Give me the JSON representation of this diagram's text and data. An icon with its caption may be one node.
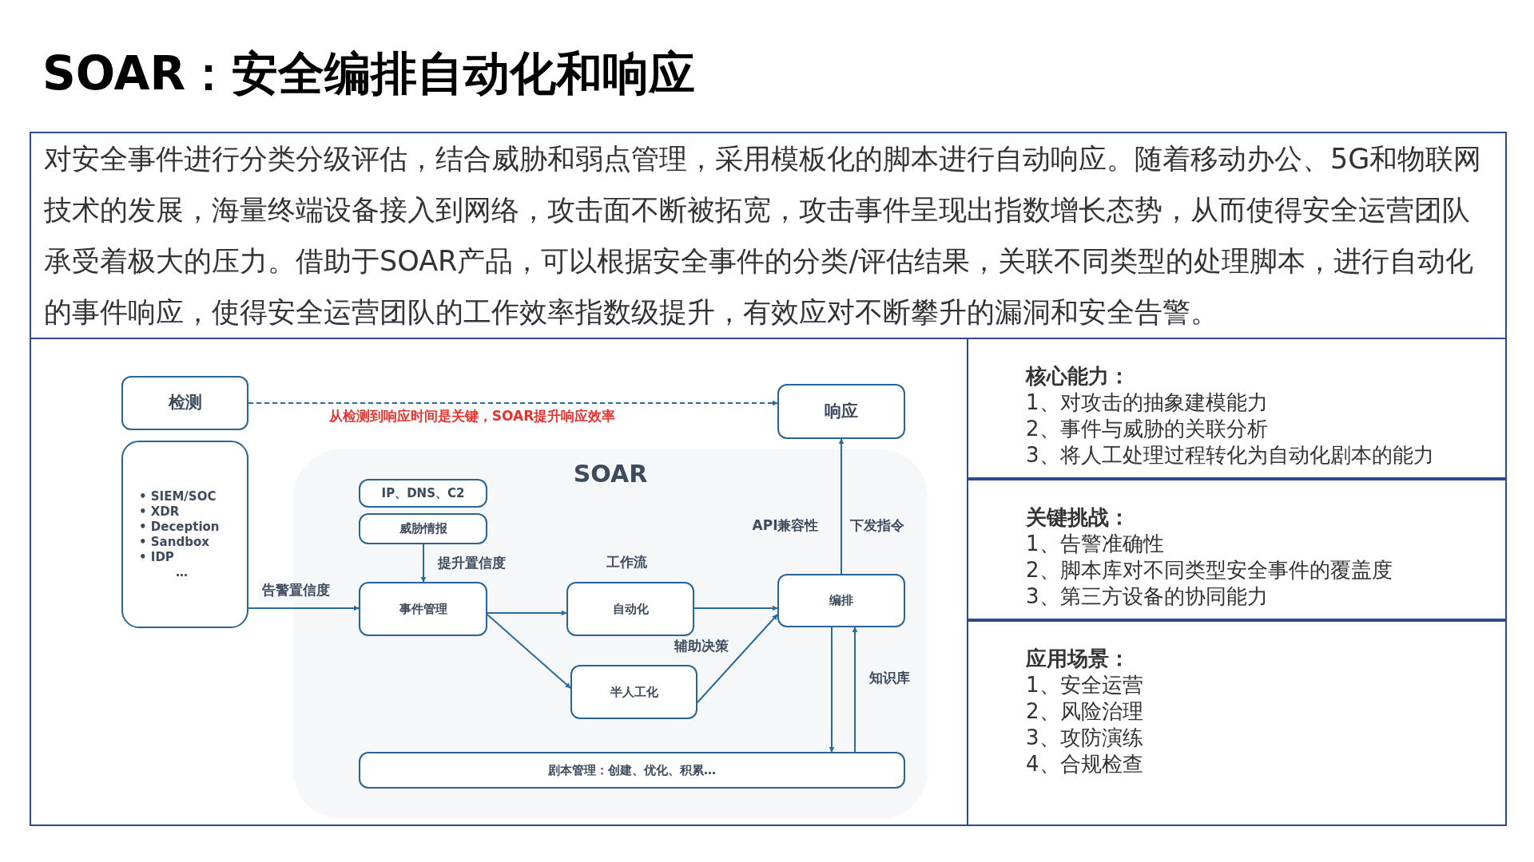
{
  "diagram": {
    "title": "SOAR：安全编排自动化和响应",
    "nodes": [
      {
        "text": [
          "对安全事件进行分类分级评估，结合威胁和弱点管理，采用模板化的脚本进行自动响应。随着移动办公、5G和物联网技术的发展，海量终端设备接入到网络，攻击面不断被拓宽，攻击事件呈现出指数增长态势，从而使得安全运营团队承受着极大的压力。借助于SOAR产品，可以根据安全事件的分类/评估结果，关联不同类型的处理脚本，进行自动化的事件响应，使得安全运营团队的工作效率指数级提升，有效应对不断攀升的漏洞和安全告警。"
        ]
      },
      {
        "text": [
          "检测"
        ]
      },
      {
        "text": [
          "• SIEM/SOC",
          "• XDR",
          "• Deception",
          "• Sandbox",
          "• IDP",
          "…"
        ]
      },
      {
        "text": [
          "响应"
        ]
      },
      {
        "text": [
          "SOAR"
        ]
      },
      {
        "text": [
          "IP、DNS、C2"
        ],
        "in": 4
      },
      {
        "text": [
          "威胁情报"
        ],
        "in": 4
      },
      {
        "text": [
          "事件管理"
        ],
        "in": 4
      },
      {
        "text": [
          "自动化"
        ],
        "in": 4,
        "beside": [
          "工作流"
        ]
      },
      {
        "text": [
          "半人工化"
        ],
        "in": 4
      },
      {
        "text": [
          "编排"
        ],
        "in": 4
      },
      {
        "text": [
          "剧本管理：创建、优化、积累…"
        ],
        "in": 4
      },
      {
        "text": [
          "核心能力：",
          "1、对攻击的抽象建模能力",
          "2、事件与威胁的关联分析",
          "3、将人工处理过程转化为自动化剧本的能力"
        ]
      },
      {
        "text": [
          "关键挑战：",
          "1、告警准确性",
          "2、脚本库对不同类型安全事件的覆盖度",
          "3、第三方设备的协同能力"
        ]
      },
      {
        "text": [
          "应用场景：",
          "1、安全运营",
          "2、风险治理",
          "3、攻防演练",
          "4、合规检查"
        ]
      }
    ],
    "edges": [
      {
        "from": 1,
        "to": 3,
        "arrow": "to",
        "style": "dashed",
        "label": "从检测到响应时间是关键，SOAR提升响应效率"
      },
      {
        "from": 2,
        "to": 7,
        "arrow": "to",
        "label": "告警置信度"
      },
      {
        "from": 6,
        "to": 7,
        "arrow": "to",
        "label": "提升置信度"
      },
      {
        "from": 7,
        "to": 8,
        "arrow": "to"
      },
      {
        "from": 7,
        "to": 9,
        "arrow": "to"
      },
      {
        "from": 8,
        "to": 10,
        "arrow": "to"
      },
      {
        "from": 9,
        "to": 10,
        "arrow": "to",
        "label": "辅助决策"
      },
      {
        "from": 10,
        "to": 3,
        "arrow": "to",
        "label": "下发指令"
      },
      {
        "from": 10,
        "to": 11,
        "arrow": "to"
      },
      {
        "from": 11,
        "to": 10,
        "arrow": "to",
        "label": "知识库"
      }
    ],
    "labels": [
      "API兼容性"
    ]
  }
}
